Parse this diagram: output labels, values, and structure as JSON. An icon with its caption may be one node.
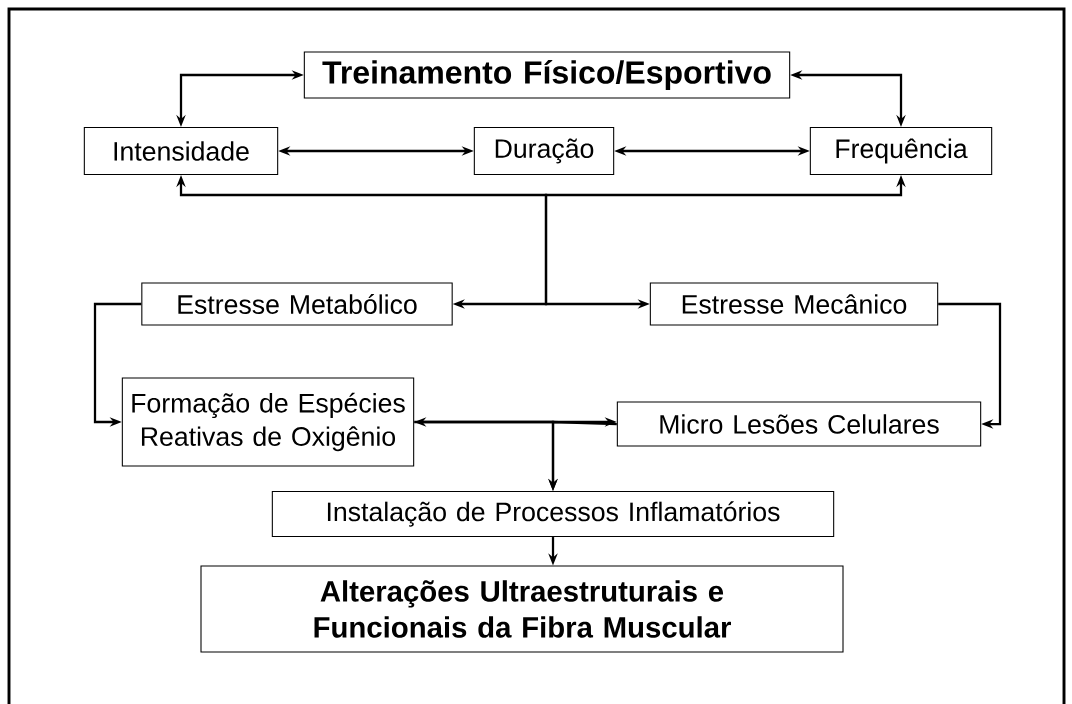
{
  "diagram": {
    "nodes": [
      {
        "text": [
          "Treinamento Físico/Esportivo"
        ]
      },
      {
        "text": [
          "Intensidade"
        ]
      },
      {
        "text": [
          "Duração"
        ]
      },
      {
        "text": [
          "Frequência"
        ]
      },
      {
        "text": [
          "Estresse Metabólico"
        ]
      },
      {
        "text": [
          "Estresse Mecânico"
        ]
      },
      {
        "text": [
          "Formação de Espécies Reativas de Oxigênio"
        ]
      },
      {
        "text": [
          "Micro Lesões Celulares"
        ]
      },
      {
        "text": [
          "Instalação de Processos Inflamatórios"
        ]
      },
      {
        "text": [
          "Alterações Ultraestruturais e Funcionais da Fibra Muscular"
        ]
      }
    ],
    "edges": [
      {
        "from": 0,
        "to": 1,
        "arrow": "both"
      },
      {
        "from": 0,
        "to": 3,
        "arrow": "both"
      },
      {
        "from": 1,
        "to": 2,
        "arrow": "both"
      },
      {
        "from": 2,
        "to": 3,
        "arrow": "both"
      },
      {
        "from": null,
        "to": 1,
        "arrow": "to"
      },
      {
        "from": null,
        "to": 3,
        "arrow": "to"
      },
      {
        "from": null,
        "to": 4,
        "arrow": "to"
      },
      {
        "from": null,
        "to": 5,
        "arrow": "to"
      },
      {
        "from": 4,
        "to": 6,
        "arrow": "to"
      },
      {
        "from": 5,
        "to": 7,
        "arrow": "to"
      },
      {
        "from": 6,
        "to": 7,
        "arrow": "both"
      },
      {
        "from": 6,
        "to": 8,
        "arrow": "to"
      },
      {
        "from": 7,
        "to": 8,
        "arrow": "to"
      },
      {
        "from": 8,
        "to": 9,
        "arrow": "to"
      }
    ]
  }
}
